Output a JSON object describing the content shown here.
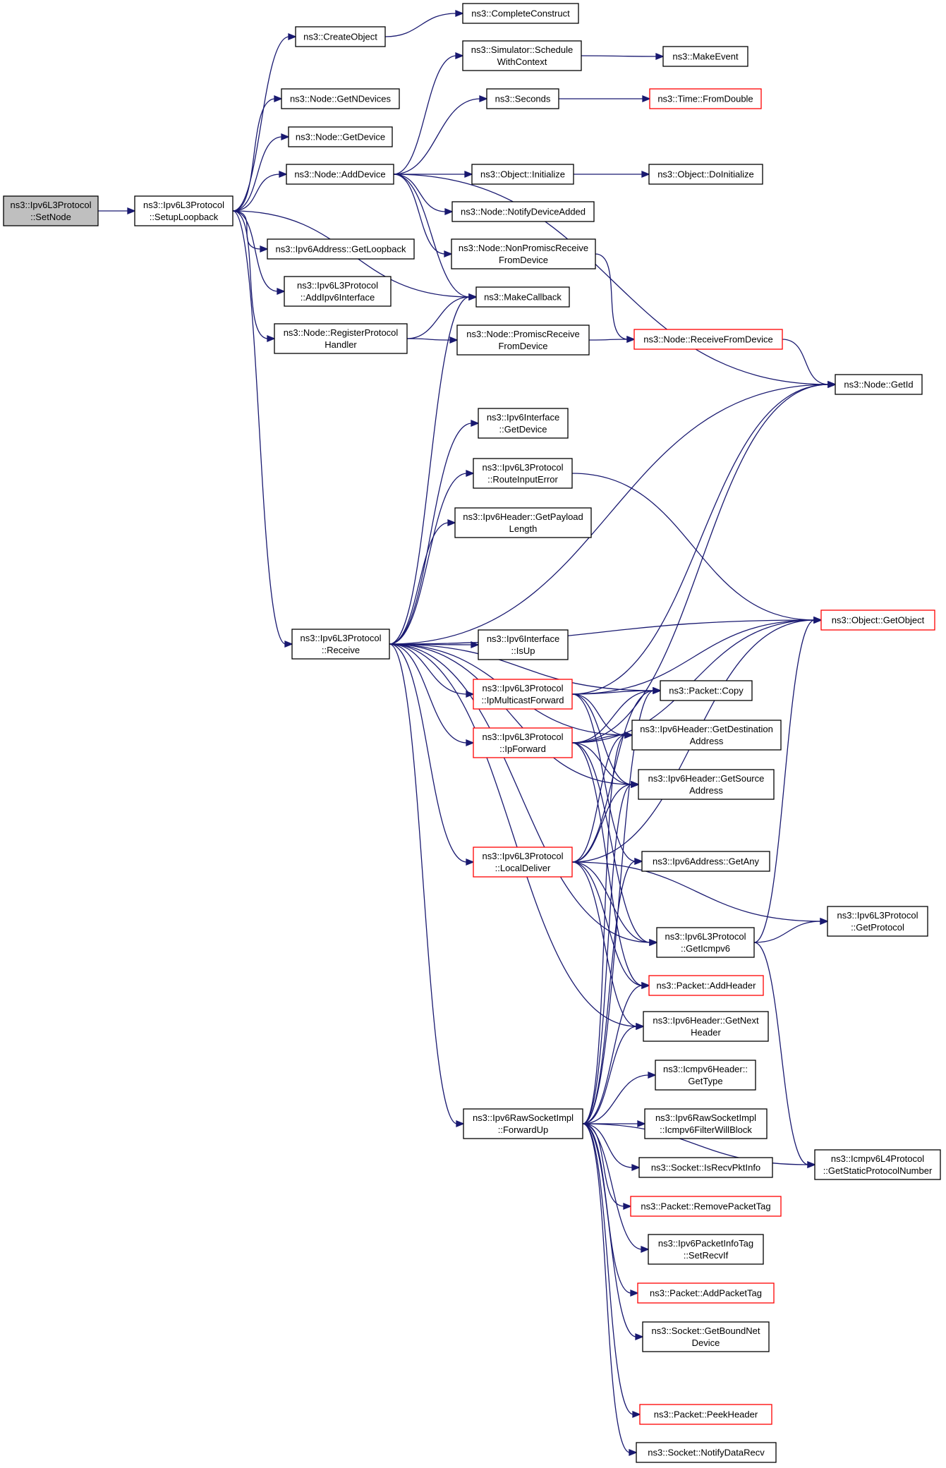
{
  "colors": {
    "edge": "#191970",
    "box_border": "#000000",
    "box_border_truncated": "#ff0000",
    "box_fill": "#ffffff",
    "root_fill": "#bfbfbf"
  },
  "nodes": [
    {
      "id": "setnode",
      "lines": [
        "ns3::Ipv6L3Protocol",
        "::SetNode"
      ],
      "style": "root"
    },
    {
      "id": "setuploopback",
      "lines": [
        "ns3::Ipv6L3Protocol",
        "::SetupLoopback"
      ],
      "style": "normal"
    },
    {
      "id": "createobject",
      "lines": [
        "ns3::CreateObject"
      ],
      "style": "normal"
    },
    {
      "id": "completeconstruct",
      "lines": [
        "ns3::CompleteConstruct"
      ],
      "style": "normal"
    },
    {
      "id": "getndevices",
      "lines": [
        "ns3::Node::GetNDevices"
      ],
      "style": "normal"
    },
    {
      "id": "getdevice",
      "lines": [
        "ns3::Node::GetDevice"
      ],
      "style": "normal"
    },
    {
      "id": "adddevice",
      "lines": [
        "ns3::Node::AddDevice"
      ],
      "style": "normal"
    },
    {
      "id": "schedulewc",
      "lines": [
        "ns3::Simulator::Schedule",
        "WithContext"
      ],
      "style": "normal"
    },
    {
      "id": "makeevent",
      "lines": [
        "ns3::MakeEvent"
      ],
      "style": "normal"
    },
    {
      "id": "seconds",
      "lines": [
        "ns3::Seconds"
      ],
      "style": "normal"
    },
    {
      "id": "fromdouble",
      "lines": [
        "ns3::Time::FromDouble"
      ],
      "style": "truncated"
    },
    {
      "id": "initialize",
      "lines": [
        "ns3::Object::Initialize"
      ],
      "style": "normal"
    },
    {
      "id": "doinitialize",
      "lines": [
        "ns3::Object::DoInitialize"
      ],
      "style": "normal"
    },
    {
      "id": "notifydeviceadded",
      "lines": [
        "ns3::Node::NotifyDeviceAdded"
      ],
      "style": "normal"
    },
    {
      "id": "nonpromisc",
      "lines": [
        "ns3::Node::NonPromiscReceive",
        "FromDevice"
      ],
      "style": "normal"
    },
    {
      "id": "getloopback",
      "lines": [
        "ns3::Ipv6Address::GetLoopback"
      ],
      "style": "normal"
    },
    {
      "id": "addipv6interface",
      "lines": [
        "ns3::Ipv6L3Protocol",
        "::AddIpv6Interface"
      ],
      "style": "normal"
    },
    {
      "id": "makecallback",
      "lines": [
        "ns3::MakeCallback"
      ],
      "style": "normal"
    },
    {
      "id": "registerprotocol",
      "lines": [
        "ns3::Node::RegisterProtocol",
        "Handler"
      ],
      "style": "normal"
    },
    {
      "id": "promisc",
      "lines": [
        "ns3::Node::PromiscReceive",
        "FromDevice"
      ],
      "style": "normal"
    },
    {
      "id": "receivefromdevice",
      "lines": [
        "ns3::Node::ReceiveFromDevice"
      ],
      "style": "truncated"
    },
    {
      "id": "getid",
      "lines": [
        "ns3::Node::GetId"
      ],
      "style": "normal"
    },
    {
      "id": "ifgetdevice",
      "lines": [
        "ns3::Ipv6Interface",
        "::GetDevice"
      ],
      "style": "normal"
    },
    {
      "id": "routeinputerror",
      "lines": [
        "ns3::Ipv6L3Protocol",
        "::RouteInputError"
      ],
      "style": "normal"
    },
    {
      "id": "getpayloadlength",
      "lines": [
        "ns3::Ipv6Header::GetPayload",
        "Length"
      ],
      "style": "normal"
    },
    {
      "id": "getobject",
      "lines": [
        "ns3::Object::GetObject"
      ],
      "style": "truncated"
    },
    {
      "id": "receive",
      "lines": [
        "ns3::Ipv6L3Protocol",
        "::Receive"
      ],
      "style": "normal"
    },
    {
      "id": "isup",
      "lines": [
        "ns3::Ipv6Interface",
        "::IsUp"
      ],
      "style": "normal"
    },
    {
      "id": "ipmulticastforward",
      "lines": [
        "ns3::Ipv6L3Protocol",
        "::IpMulticastForward"
      ],
      "style": "truncated"
    },
    {
      "id": "packetcopy",
      "lines": [
        "ns3::Packet::Copy"
      ],
      "style": "normal"
    },
    {
      "id": "getdestaddr",
      "lines": [
        "ns3::Ipv6Header::GetDestination",
        "Address"
      ],
      "style": "normal"
    },
    {
      "id": "ipforward",
      "lines": [
        "ns3::Ipv6L3Protocol",
        "::IpForward"
      ],
      "style": "truncated"
    },
    {
      "id": "getsrcaddr",
      "lines": [
        "ns3::Ipv6Header::GetSource",
        "Address"
      ],
      "style": "normal"
    },
    {
      "id": "getany",
      "lines": [
        "ns3::Ipv6Address::GetAny"
      ],
      "style": "normal"
    },
    {
      "id": "localdeliver",
      "lines": [
        "ns3::Ipv6L3Protocol",
        "::LocalDeliver"
      ],
      "style": "truncated"
    },
    {
      "id": "getprotocol",
      "lines": [
        "ns3::Ipv6L3Protocol",
        "::GetProtocol"
      ],
      "style": "normal"
    },
    {
      "id": "geticmpv6",
      "lines": [
        "ns3::Ipv6L3Protocol",
        "::GetIcmpv6"
      ],
      "style": "normal"
    },
    {
      "id": "addheader",
      "lines": [
        "ns3::Packet::AddHeader"
      ],
      "style": "truncated"
    },
    {
      "id": "getnextheader",
      "lines": [
        "ns3::Ipv6Header::GetNext",
        "Header"
      ],
      "style": "normal"
    },
    {
      "id": "icmpgettype",
      "lines": [
        "ns3::Icmpv6Header::",
        "GetType"
      ],
      "style": "normal"
    },
    {
      "id": "forwardup",
      "lines": [
        "ns3::Ipv6RawSocketImpl",
        "::ForwardUp"
      ],
      "style": "normal"
    },
    {
      "id": "filterwillblock",
      "lines": [
        "ns3::Ipv6RawSocketImpl",
        "::Icmpv6FilterWillBlock"
      ],
      "style": "normal"
    },
    {
      "id": "getstaticprotocol",
      "lines": [
        "ns3::Icmpv6L4Protocol",
        "::GetStaticProtocolNumber"
      ],
      "style": "normal"
    },
    {
      "id": "isrecvpktinfo",
      "lines": [
        "ns3::Socket::IsRecvPktInfo"
      ],
      "style": "normal"
    },
    {
      "id": "removepackettag",
      "lines": [
        "ns3::Packet::RemovePacketTag"
      ],
      "style": "truncated"
    },
    {
      "id": "setrecvif",
      "lines": [
        "ns3::Ipv6PacketInfoTag",
        "::SetRecvIf"
      ],
      "style": "normal"
    },
    {
      "id": "addpackettag",
      "lines": [
        "ns3::Packet::AddPacketTag"
      ],
      "style": "truncated"
    },
    {
      "id": "getboundnetdevice",
      "lines": [
        "ns3::Socket::GetBoundNet",
        "Device"
      ],
      "style": "normal"
    },
    {
      "id": "peekheader",
      "lines": [
        "ns3::Packet::PeekHeader"
      ],
      "style": "truncated"
    },
    {
      "id": "notifydatarecv",
      "lines": [
        "ns3::Socket::NotifyDataRecv"
      ],
      "style": "normal"
    }
  ],
  "edges": [
    [
      "setnode",
      "setuploopback"
    ],
    [
      "setuploopback",
      "createobject"
    ],
    [
      "setuploopback",
      "getndevices"
    ],
    [
      "setuploopback",
      "getdevice"
    ],
    [
      "setuploopback",
      "adddevice"
    ],
    [
      "setuploopback",
      "getloopback"
    ],
    [
      "setuploopback",
      "addipv6interface"
    ],
    [
      "setuploopback",
      "makecallback"
    ],
    [
      "setuploopback",
      "registerprotocol"
    ],
    [
      "setuploopback",
      "receive"
    ],
    [
      "createobject",
      "completeconstruct"
    ],
    [
      "adddevice",
      "schedulewc"
    ],
    [
      "adddevice",
      "seconds"
    ],
    [
      "adddevice",
      "getid"
    ],
    [
      "adddevice",
      "initialize"
    ],
    [
      "adddevice",
      "notifydeviceadded"
    ],
    [
      "adddevice",
      "nonpromisc"
    ],
    [
      "adddevice",
      "makecallback"
    ],
    [
      "schedulewc",
      "makeevent"
    ],
    [
      "seconds",
      "fromdouble"
    ],
    [
      "initialize",
      "doinitialize"
    ],
    [
      "nonpromisc",
      "receivefromdevice"
    ],
    [
      "registerprotocol",
      "makecallback"
    ],
    [
      "registerprotocol",
      "promisc"
    ],
    [
      "promisc",
      "receivefromdevice"
    ],
    [
      "receivefromdevice",
      "getid"
    ],
    [
      "receive",
      "getid"
    ],
    [
      "receive",
      "ifgetdevice"
    ],
    [
      "receive",
      "routeinputerror"
    ],
    [
      "receive",
      "getpayloadlength"
    ],
    [
      "receive",
      "getobject"
    ],
    [
      "receive",
      "isup"
    ],
    [
      "receive",
      "ipmulticastforward"
    ],
    [
      "receive",
      "packetcopy"
    ],
    [
      "receive",
      "ipforward"
    ],
    [
      "receive",
      "getdestaddr"
    ],
    [
      "receive",
      "getsrcaddr"
    ],
    [
      "receive",
      "localdeliver"
    ],
    [
      "receive",
      "geticmpv6"
    ],
    [
      "receive",
      "getnextheader"
    ],
    [
      "receive",
      "forwardup"
    ],
    [
      "receive",
      "makecallback"
    ],
    [
      "routeinputerror",
      "getobject"
    ],
    [
      "ipmulticastforward",
      "getid"
    ],
    [
      "ipmulticastforward",
      "packetcopy"
    ],
    [
      "ipmulticastforward",
      "getdestaddr"
    ],
    [
      "ipmulticastforward",
      "getsrcaddr"
    ],
    [
      "ipmulticastforward",
      "getany"
    ],
    [
      "ipmulticastforward",
      "getobject"
    ],
    [
      "ipforward",
      "getid"
    ],
    [
      "ipforward",
      "getobject"
    ],
    [
      "ipforward",
      "packetcopy"
    ],
    [
      "ipforward",
      "getdestaddr"
    ],
    [
      "ipforward",
      "getsrcaddr"
    ],
    [
      "ipforward",
      "geticmpv6"
    ],
    [
      "ipforward",
      "addheader"
    ],
    [
      "localdeliver",
      "getobject"
    ],
    [
      "localdeliver",
      "packetcopy"
    ],
    [
      "localdeliver",
      "getdestaddr"
    ],
    [
      "localdeliver",
      "getsrcaddr"
    ],
    [
      "localdeliver",
      "getprotocol"
    ],
    [
      "localdeliver",
      "geticmpv6"
    ],
    [
      "localdeliver",
      "addheader"
    ],
    [
      "localdeliver",
      "getnextheader"
    ],
    [
      "geticmpv6",
      "getobject"
    ],
    [
      "geticmpv6",
      "getprotocol"
    ],
    [
      "geticmpv6",
      "getstaticprotocol"
    ],
    [
      "forwardup",
      "packetcopy"
    ],
    [
      "forwardup",
      "getdestaddr"
    ],
    [
      "forwardup",
      "getsrcaddr"
    ],
    [
      "forwardup",
      "getany"
    ],
    [
      "forwardup",
      "addheader"
    ],
    [
      "forwardup",
      "getnextheader"
    ],
    [
      "forwardup",
      "icmpgettype"
    ],
    [
      "forwardup",
      "filterwillblock"
    ],
    [
      "forwardup",
      "isrecvpktinfo"
    ],
    [
      "forwardup",
      "removepackettag"
    ],
    [
      "forwardup",
      "setrecvif"
    ],
    [
      "forwardup",
      "addpackettag"
    ],
    [
      "forwardup",
      "getboundnetdevice"
    ],
    [
      "forwardup",
      "peekheader"
    ],
    [
      "forwardup",
      "notifydatarecv"
    ],
    [
      "forwardup",
      "getstaticprotocol"
    ]
  ]
}
